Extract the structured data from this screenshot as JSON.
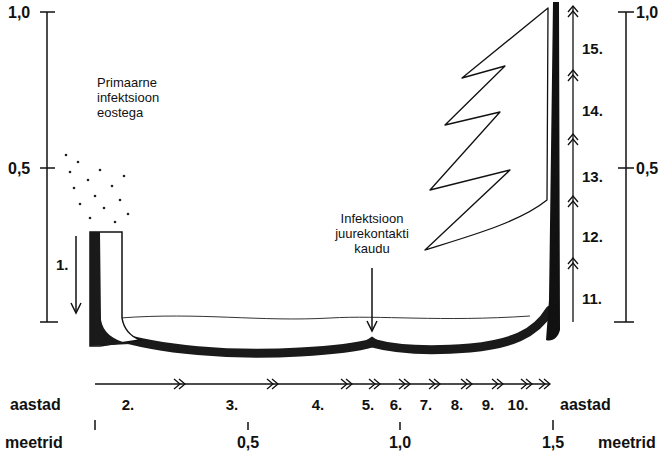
{
  "diagram": {
    "labels": [
      "1,0",
      "1,0",
      "15.",
      "Primaarne infektsioon eostega",
      "14.",
      "0,5",
      "0,5",
      "13.",
      "Infektsioon juurekontakti kaudu",
      "12.",
      "1.",
      "11.",
      "aastad",
      "2.",
      "3.",
      "4.",
      "5.",
      "6.",
      "7.",
      "8.",
      "9.",
      "10.",
      "aastad",
      "meetrid",
      "0,5",
      "1,0",
      "1,5",
      "meetrid"
    ]
  }
}
